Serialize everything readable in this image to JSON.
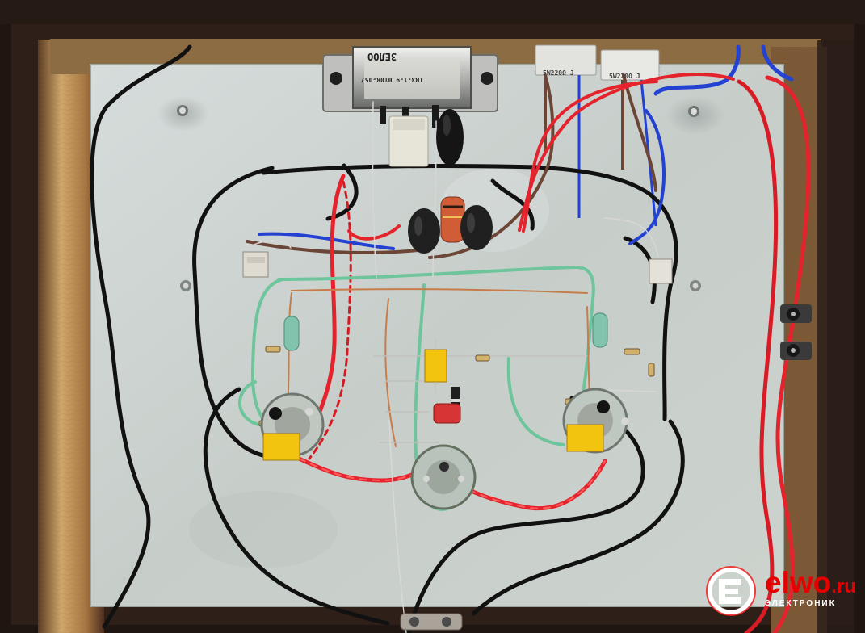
{
  "photo": {
    "component_labels": {
      "transformer_brand": "ЗЕЛОО",
      "transformer_part": "ТВЗ-1-9 0108-057",
      "resistor_1": "5W220Ω J",
      "resistor_2": "5W220Ω J"
    }
  },
  "watermark": {
    "brand": "elwo",
    "domain": ".ru",
    "subtitle": "ЭЛЕКТРОНИК"
  },
  "colors": {
    "board": "#d3d9d4",
    "wood": "#c99b5f",
    "frame": "#2c1f19",
    "wire_red": "#e5232d",
    "wire_black": "#121212",
    "wire_blue": "#2342d1",
    "wire_green": "#6ec59c",
    "wire_brown": "#6b4637",
    "capacitor_yellow": "#f2c30f",
    "watermark_red": "#e60000"
  }
}
